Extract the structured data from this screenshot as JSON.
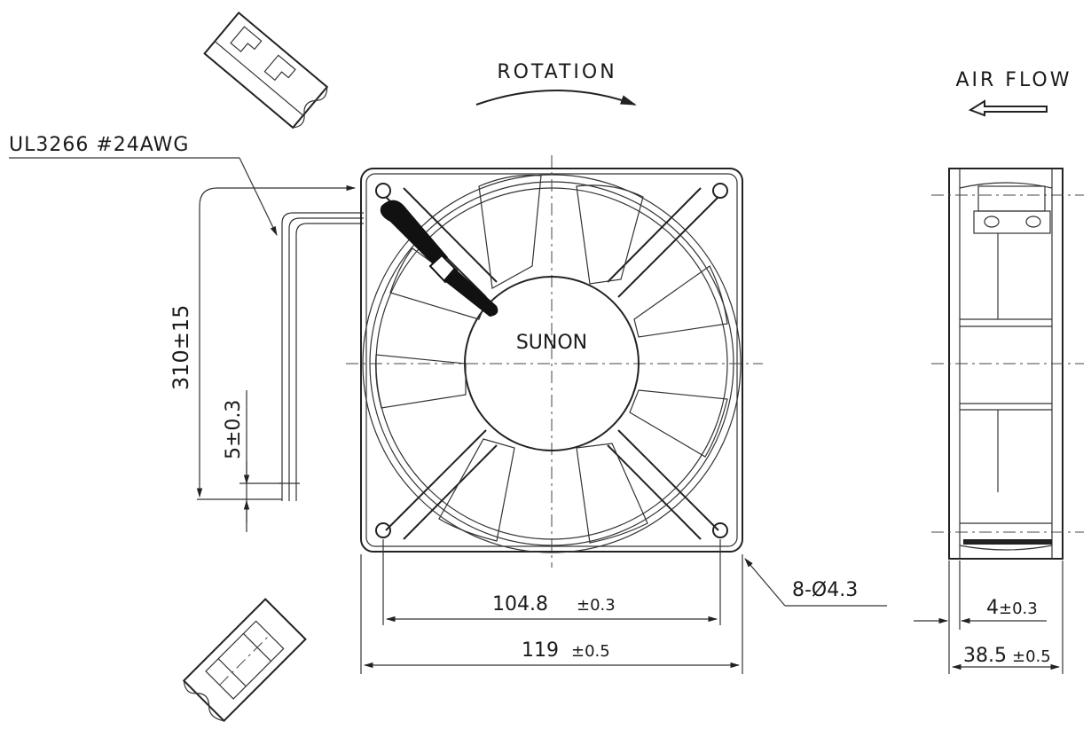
{
  "labels": {
    "rotation": "ROTATION",
    "air_flow": "AIR FLOW",
    "wire_spec": "UL3266 #24AWG",
    "brand": "SUNON",
    "lead_length": "310±15",
    "strip_length": "5±0.3",
    "hole_spacing_value": "104.8",
    "hole_spacing_tol": "±0.3",
    "frame_size_value": "119",
    "frame_size_tol": "±0.5",
    "holes": "8-Ø4.3",
    "flange_value": "4",
    "flange_tol": "±0.3",
    "depth_value": "38.5",
    "depth_tol": "±0.5"
  }
}
